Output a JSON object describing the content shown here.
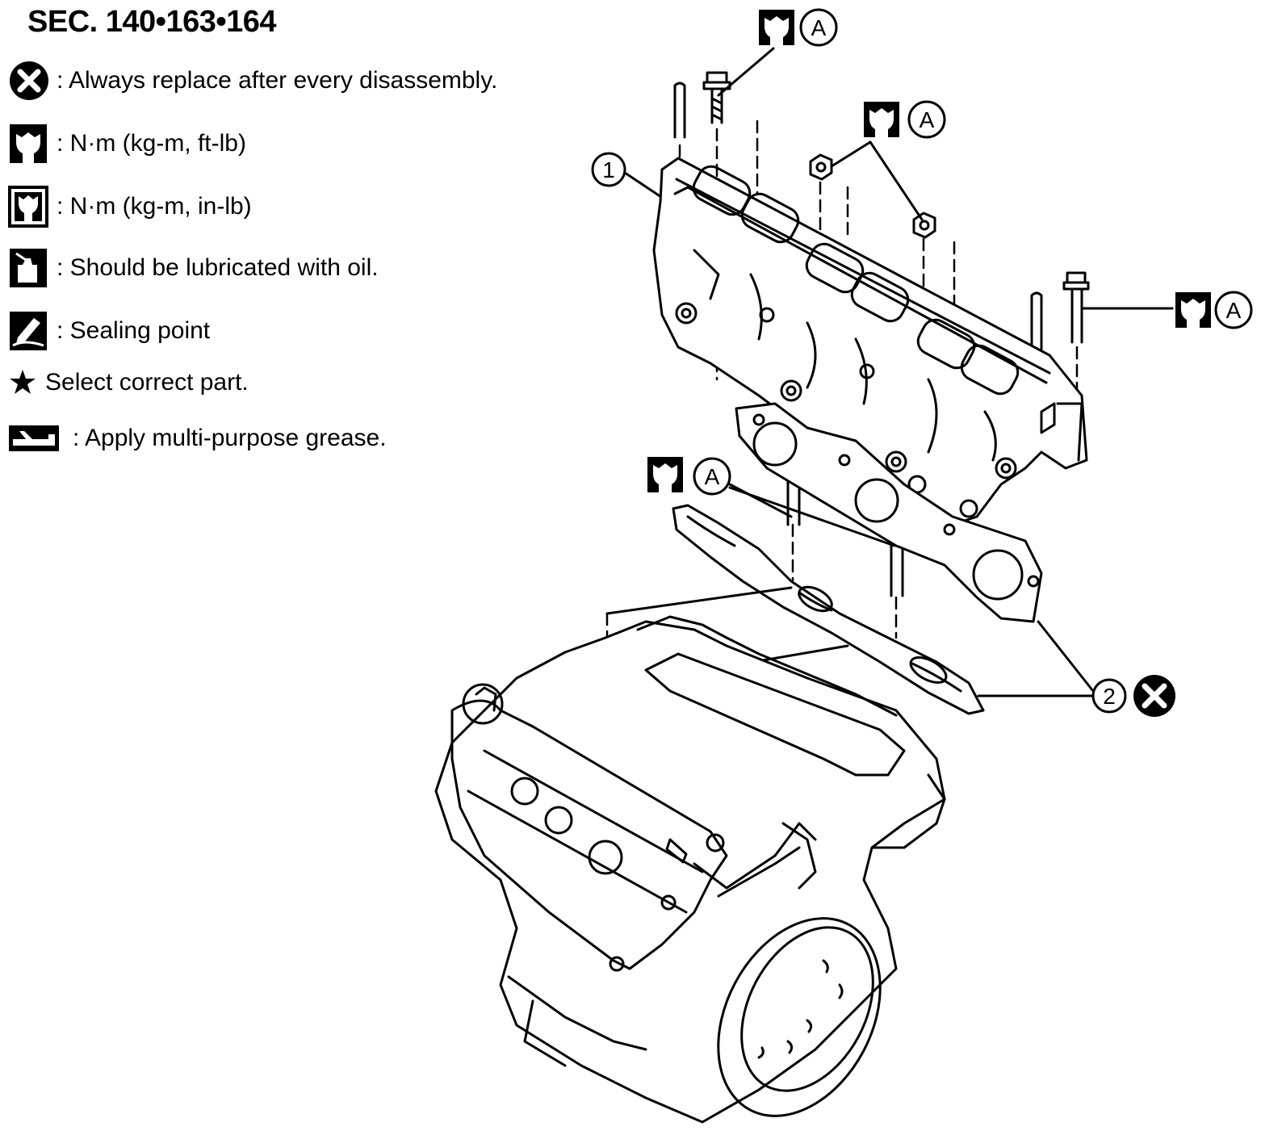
{
  "header": {
    "section_title": "SEC. 140•163•164"
  },
  "legend": {
    "items": [
      {
        "icon": "replace-x-icon",
        "text": ": Always replace after every disassembly."
      },
      {
        "icon": "torque-ft-lb-icon",
        "text": ": N·m (kg-m, ft-lb)"
      },
      {
        "icon": "torque-in-lb-icon",
        "text": ": N·m (kg-m, in-lb)"
      },
      {
        "icon": "oil-can-icon",
        "text": ": Should be lubricated with oil."
      },
      {
        "icon": "sealant-icon",
        "text": ": Sealing point"
      },
      {
        "icon": "star-icon",
        "text": "Select correct part."
      },
      {
        "icon": "grease-gun-icon",
        "text": ": Apply multi-purpose grease."
      }
    ]
  },
  "callouts": {
    "torque_letter": "A",
    "part_1": "1",
    "part_2": "2"
  }
}
